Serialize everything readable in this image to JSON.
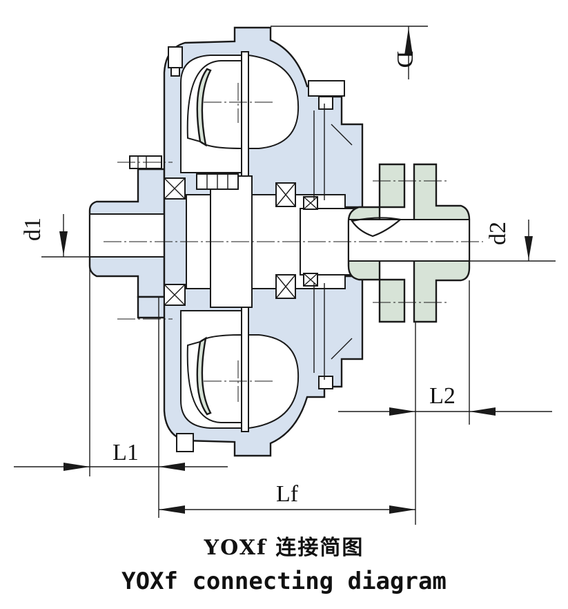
{
  "labels": {
    "D": "D",
    "d1": "d1",
    "d2": "d2",
    "L1": "L1",
    "L2": "L2",
    "Lf": "Lf"
  },
  "caption": {
    "chinese": "YOXf 连接简图",
    "english": "YOXf connecting diagram"
  },
  "colors": {
    "housing_fill": "#d6e1ef",
    "coupling_fill": "#d7e3d7",
    "line": "#1a1a1a"
  }
}
